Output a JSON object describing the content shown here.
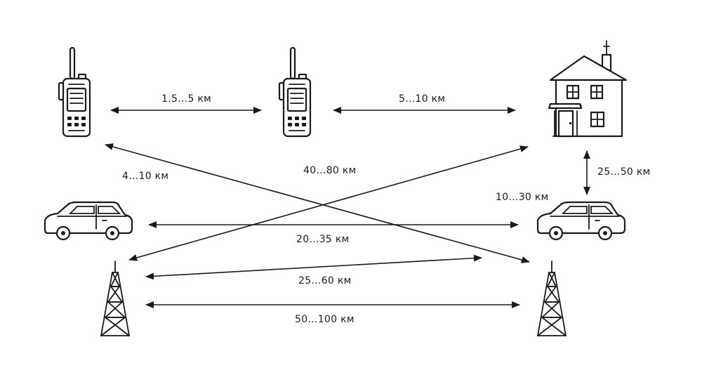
{
  "colors": {
    "ink": "#1a1a1a",
    "background": "#ffffff"
  },
  "nodes": {
    "radio_a": {
      "icon": "walkie-talkie-icon"
    },
    "radio_b": {
      "icon": "walkie-talkie-icon"
    },
    "house": {
      "icon": "house-icon"
    },
    "car_left": {
      "icon": "car-icon"
    },
    "car_right": {
      "icon": "car-icon"
    },
    "tower_left": {
      "icon": "radio-tower-icon"
    },
    "tower_right": {
      "icon": "radio-tower-icon"
    }
  },
  "links": {
    "radio_to_radio": "1.5…5 км",
    "radio_to_house": "5…10 км",
    "house_to_car": "25…50 км",
    "radio_to_tower": "4…10 км",
    "house_to_tower": "40…80 км",
    "car_to_car_near_house": "10…30 км",
    "car_to_car": "20…35 км",
    "tower_to_car": "25…60 км",
    "tower_to_tower": "50…100 км"
  }
}
